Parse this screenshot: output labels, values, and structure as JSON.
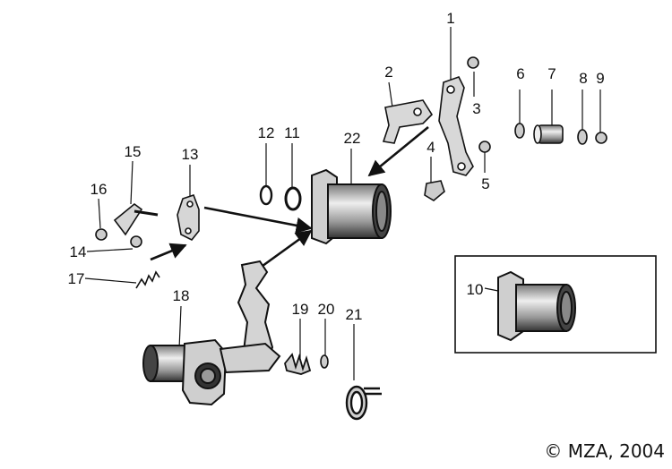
{
  "labels": [
    "1",
    "2",
    "3",
    "4",
    "5",
    "6",
    "7",
    "8",
    "9",
    "10",
    "11",
    "12",
    "13",
    "14",
    "15",
    "16",
    "17",
    "18",
    "19",
    "20",
    "21",
    "22"
  ],
  "copyright": "© MZA, 2004",
  "colors": {
    "ink": "#111111",
    "metal": "#cfcfcf",
    "paper": "#ffffff"
  }
}
